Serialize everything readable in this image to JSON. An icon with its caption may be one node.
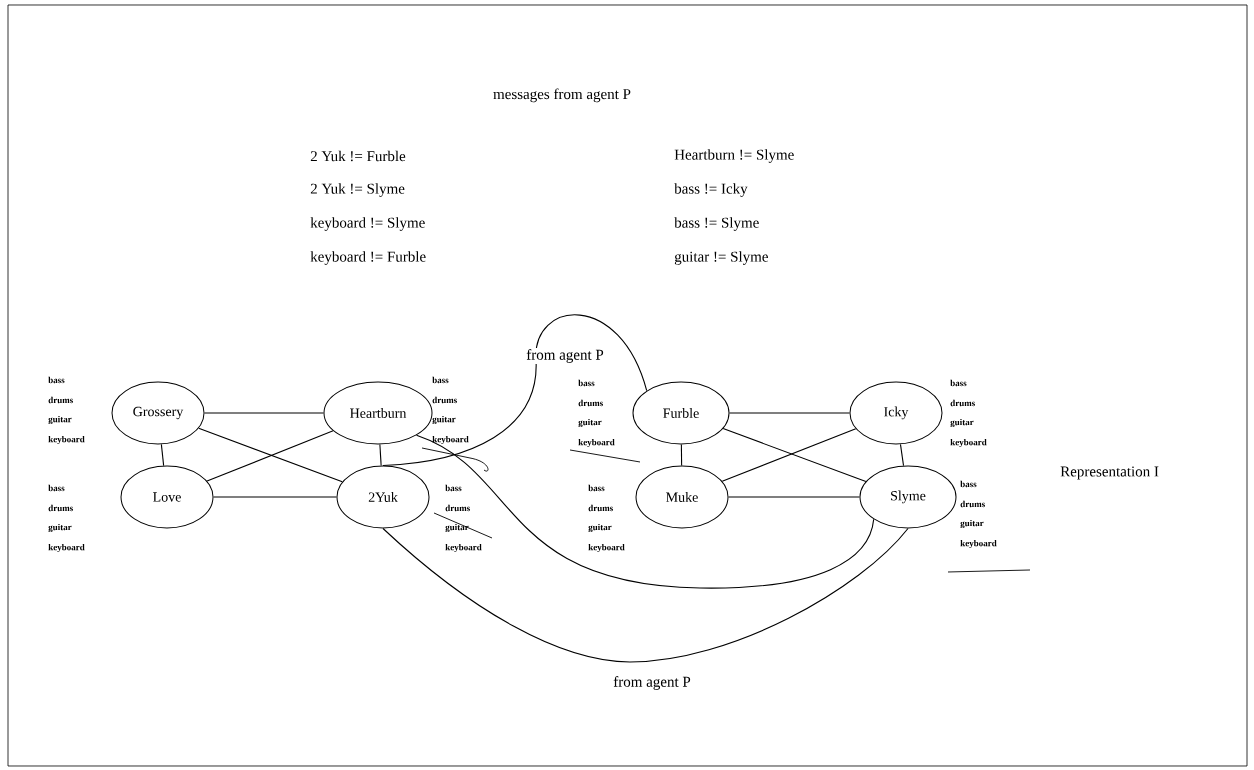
{
  "diagram": {
    "title": "messages from agent P",
    "nodes": [
      {
        "text": [
          "Grossery"
        ],
        "beside": [
          "bass",
          "drums",
          "guitar",
          "keyboard"
        ]
      },
      {
        "text": [
          "Heartburn"
        ],
        "beside": [
          "bass",
          "drums",
          "guitar",
          "keyboard"
        ]
      },
      {
        "text": [
          "Love"
        ],
        "beside": [
          "bass",
          "drums",
          "guitar",
          "keyboard"
        ]
      },
      {
        "text": [
          "2Yuk"
        ],
        "beside": [
          "bass",
          "drums",
          "guitar",
          "keyboard"
        ]
      },
      {
        "text": [
          "Furble"
        ],
        "beside": [
          "bass",
          "drums",
          "guitar",
          "keyboard"
        ]
      },
      {
        "text": [
          "Icky"
        ],
        "beside": [
          "bass",
          "drums",
          "guitar",
          "keyboard"
        ]
      },
      {
        "text": [
          "Muke"
        ],
        "beside": [
          "bass",
          "drums",
          "guitar",
          "keyboard"
        ]
      },
      {
        "text": [
          "Slyme"
        ],
        "beside": [
          "bass",
          "drums",
          "guitar",
          "keyboard"
        ]
      }
    ],
    "edges": [
      {
        "from": 0,
        "to": 1,
        "arrow": "none"
      },
      {
        "from": 0,
        "to": 2,
        "arrow": "none"
      },
      {
        "from": 0,
        "to": 3,
        "arrow": "none"
      },
      {
        "from": 1,
        "to": 2,
        "arrow": "none"
      },
      {
        "from": 1,
        "to": 3,
        "arrow": "none"
      },
      {
        "from": 2,
        "to": 3,
        "arrow": "none"
      },
      {
        "from": 3,
        "to": 4,
        "arrow": "none",
        "label": "from agent P"
      },
      {
        "from": 1,
        "to": 7,
        "arrow": "none"
      },
      {
        "from": 3,
        "to": 7,
        "arrow": "none",
        "label": "from agent P"
      },
      {
        "from": 4,
        "to": 5,
        "arrow": "none"
      },
      {
        "from": 4,
        "to": 6,
        "arrow": "none"
      },
      {
        "from": 4,
        "to": 7,
        "arrow": "none"
      },
      {
        "from": 5,
        "to": 6,
        "arrow": "none"
      },
      {
        "from": 5,
        "to": 7,
        "arrow": "none"
      },
      {
        "from": 6,
        "to": 7,
        "arrow": "none"
      }
    ],
    "labels": [
      "2 Yuk != Furble",
      "Heartburn != Slyme",
      "2 Yuk != Slyme",
      "bass != Icky",
      "keyboard != Slyme",
      "bass != Slyme",
      "keyboard != Furble",
      "guitar != Slyme",
      "Representation I"
    ]
  }
}
